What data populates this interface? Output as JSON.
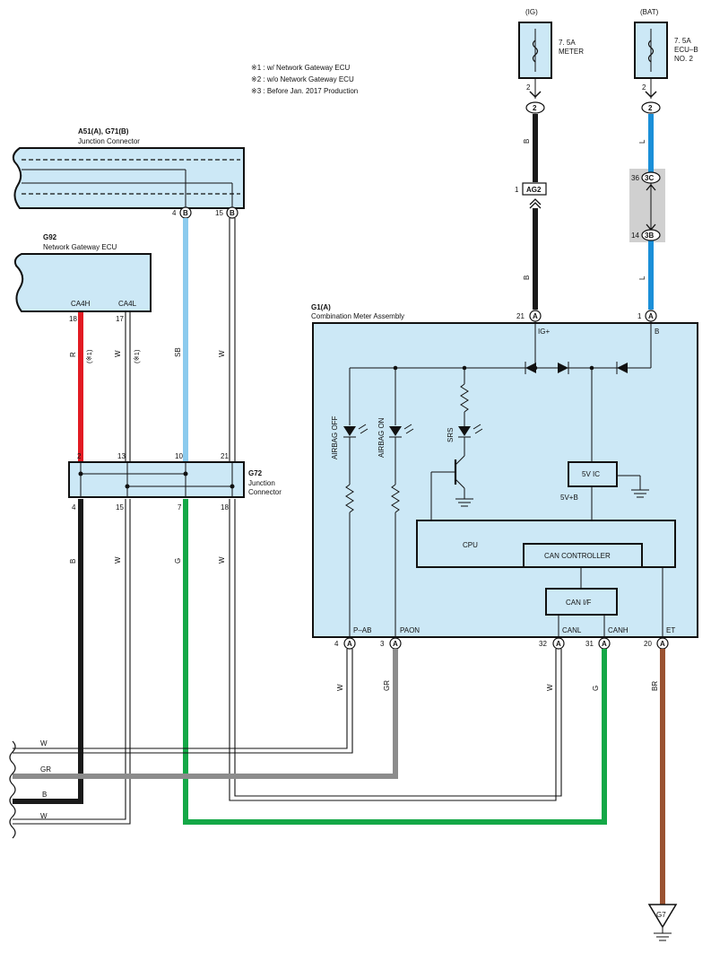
{
  "notes": [
    "※1 : w/ Network Gateway ECU",
    "※2 : w/o Network Gateway ECU",
    "※3 : Before Jan.  2017 Production"
  ],
  "fuse_ig": {
    "supply": "(IG)",
    "rating": "7. 5A",
    "name": "METER",
    "pin": "2",
    "conn": "2"
  },
  "fuse_bat": {
    "supply": "(BAT)",
    "rating": "7. 5A",
    "name1": "ECU–B",
    "name2": "NO. 2",
    "pin": "2",
    "conn": "2"
  },
  "junction_a51": {
    "code": "A51(A), G71(B)",
    "name": "Junction Connector",
    "pin1": "4",
    "pin1_conn": "B",
    "pin2": "15",
    "pin2_conn": "B"
  },
  "gateway_g92": {
    "code": "G92",
    "name": "Network Gateway ECU",
    "term1": "CA4H",
    "term2": "CA4L",
    "pin1": "18",
    "pin2": "17"
  },
  "junction_g72": {
    "code": "G72",
    "name1": "Junction",
    "name2": "Connector",
    "top_pins": [
      "2",
      "13",
      "10",
      "21"
    ],
    "bottom_pins": [
      "4",
      "15",
      "7",
      "18"
    ]
  },
  "meter_g1": {
    "code": "G1(A)",
    "name": "Combination Meter Assembly",
    "pin_ig": "21",
    "pin_b": "1",
    "conn": "A",
    "term_ig": "IG+",
    "term_b": "B",
    "airbag_off": "AIRBAG OFF",
    "airbag_on": "AIRBAG ON",
    "srs": "SRS",
    "ic": "5V IC",
    "ic_out": "5V+B",
    "cpu": "CPU",
    "can_controller": "CAN CONTROLLER",
    "can_if": "CAN I/F",
    "bottom_terms": [
      "P–AB",
      "PAON",
      "CANL",
      "CANH",
      "ET"
    ],
    "bottom_pins": [
      "4",
      "3",
      "32",
      "31",
      "20"
    ]
  },
  "connectors": {
    "ag2_pin": "1",
    "ag2": "AG2",
    "c3c_pin": "36",
    "c3c": "3C",
    "c3b_pin": "14",
    "c3b": "3B"
  },
  "wire_colors": {
    "ig_upper": "B",
    "ig_lower": "B",
    "bat_upper": "L",
    "bat_lower": "L",
    "ca4h": "R",
    "ca4l": "W",
    "star1": "(※1)",
    "sb": "SB",
    "w_right": "W",
    "g72_b": "B",
    "g72_w1": "W",
    "g72_g": "G",
    "g72_w2": "W",
    "pab": "W",
    "paon": "GR",
    "canl": "W",
    "canh": "G",
    "et": "BR",
    "left_w1": "W",
    "left_gr": "GR",
    "left_b": "B",
    "left_w2": "W"
  },
  "ground": "G7",
  "colors": {
    "box_fill": "#cce8f6",
    "black": "#1a1a1a",
    "blue": "#1a8fd8",
    "sky_blue": "#8ccbee",
    "red": "#e21b23",
    "gray": "#8c8c8c",
    "green": "#14a847",
    "brown": "#9a5231"
  }
}
